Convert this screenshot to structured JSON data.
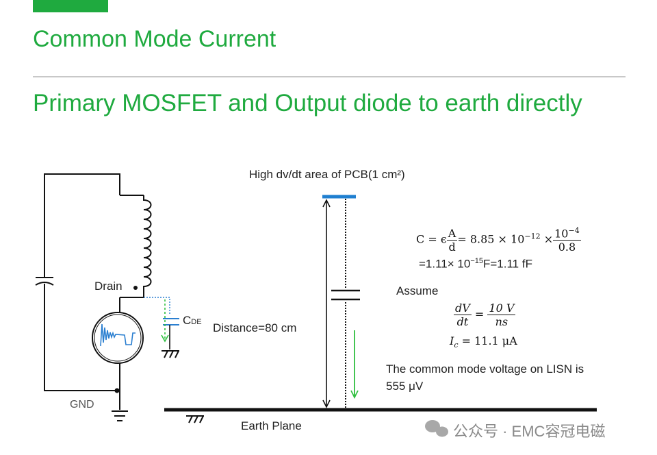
{
  "header": {
    "title": "Common Mode Current",
    "subtitle": "Primary MOSFET and Output diode to earth directly"
  },
  "circuit": {
    "drain_label": "Drain",
    "cap_label_main": "C",
    "cap_label_sub": "DE",
    "gnd_label": "GND"
  },
  "pcb": {
    "area_label": "High dv/dt area of PCB(1 cm²)",
    "distance_label": "Distance=80 cm",
    "earth_label": "Earth Plane"
  },
  "formula": {
    "c_lhs": "C = ϵ",
    "c_frac_num": "A",
    "c_frac_den": "d",
    "c_mid": "= 8.85 × 10",
    "c_exp1": "−12",
    "c_times": " ×",
    "c_frac2_num": "10",
    "c_frac2_exp": "−4",
    "c_frac2_den": "0.8",
    "c_result_a": "=1.11× 10",
    "c_result_exp": "−15",
    "c_result_b": "F=1.11 fF",
    "assume_label": "Assume",
    "dv_num": "dV",
    "dv_den": "dt",
    "dv_eq": "=",
    "dv_rhs_num": "10 V",
    "dv_rhs_den": "ns",
    "ic_text": "I",
    "ic_sub": "c",
    "ic_rhs": " = 11.1 μA"
  },
  "result": {
    "line1": "The common mode voltage on LISN is",
    "line2": "555 μV"
  },
  "watermark": {
    "text": "公众号 · EMC容冠电磁"
  },
  "colors": {
    "accent": "#1faa3f",
    "pcb_blue": "#1f7fd0",
    "trace_blue": "#2b7fd0",
    "current_green": "#2fbf3f"
  }
}
